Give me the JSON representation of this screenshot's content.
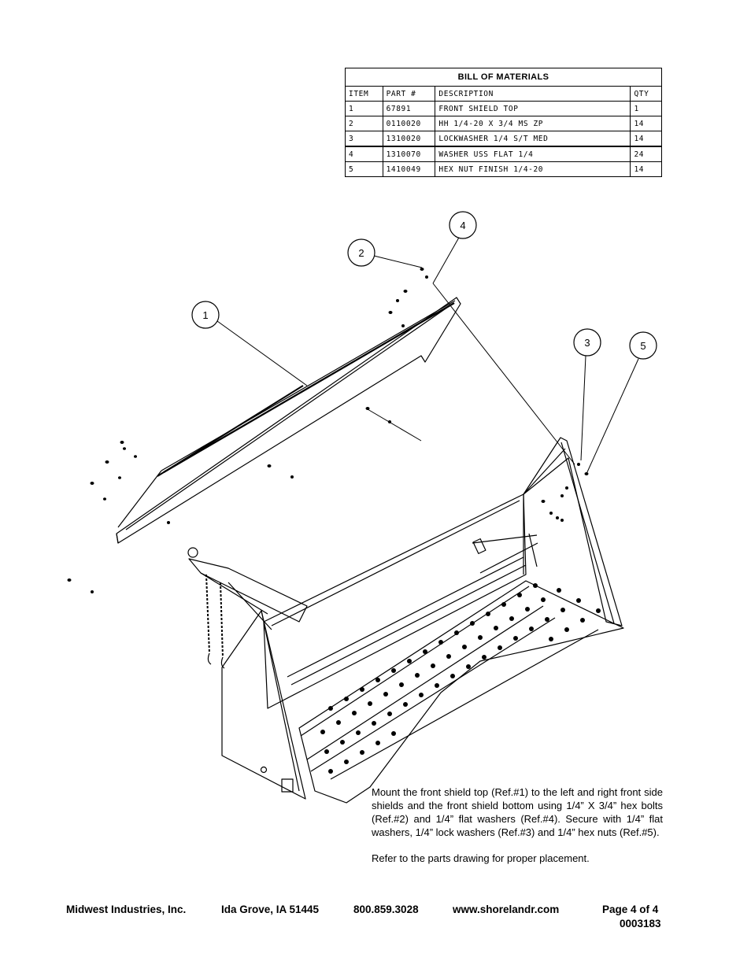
{
  "bom": {
    "title": "BILL OF MATERIALS",
    "headers": [
      "ITEM",
      "PART #",
      "DESCRIPTION",
      "QTY"
    ],
    "rows": [
      [
        "1",
        "67891",
        "FRONT SHIELD TOP",
        "1"
      ],
      [
        "2",
        "0110020",
        "HH 1/4-20 X 3/4 MS ZP",
        "14"
      ],
      [
        "3",
        "1310020",
        "LOCKWASHER 1/4 S/T MED",
        "14"
      ],
      [
        "4",
        "1310070",
        "WASHER USS FLAT 1/4",
        "24"
      ],
      [
        "5",
        "1410049",
        "HEX NUT FINISH 1/4-20",
        "14"
      ]
    ]
  },
  "callouts": [
    "1",
    "2",
    "3",
    "4",
    "5"
  ],
  "instructions": {
    "paragraph1": "Mount the front shield top (Ref.#1) to the left and right front side shields and the front shield bottom using 1/4” X 3/4” hex bolts (Ref.#2) and 1/4” flat washers (Ref.#4). Secure with 1/4” flat washers, 1/4” lock washers (Ref.#3) and 1/4” hex nuts (Ref.#5).",
    "paragraph2": "Refer to the parts drawing for proper placement."
  },
  "footer": {
    "company": "Midwest Industries, Inc.",
    "city": "Ida Grove, IA  51445",
    "phone": "800.859.3028",
    "website": "www.shorelandr.com",
    "page": "Page 4 of 4",
    "doc_number": "0003183"
  }
}
